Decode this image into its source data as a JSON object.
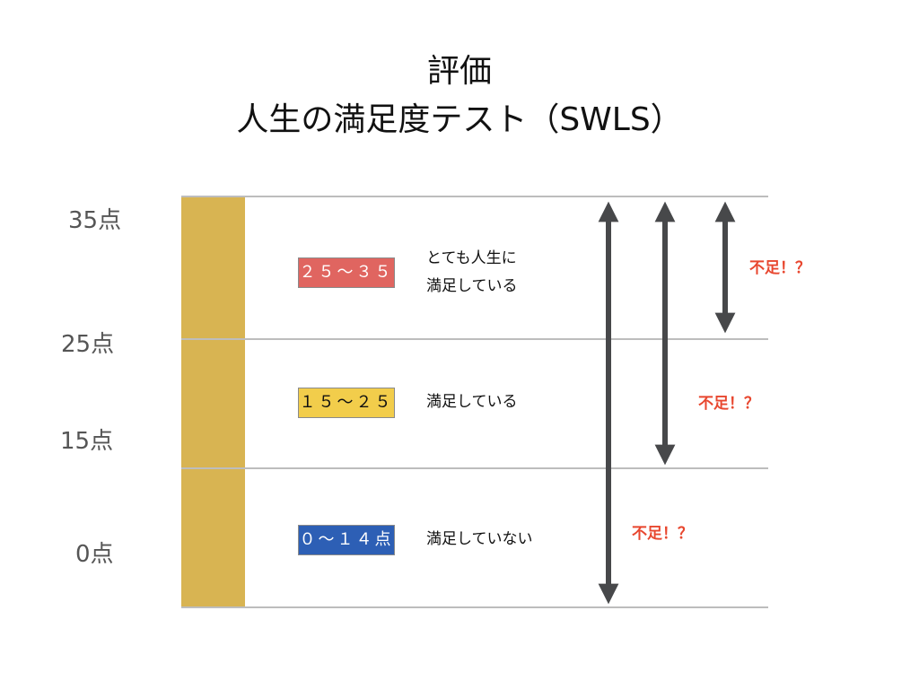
{
  "title": {
    "line1": "評価",
    "line2": "人生の満足度テスト（SWLS）"
  },
  "score_labels": [
    "35点",
    "25点",
    "15点",
    "0点"
  ],
  "bands": [
    {
      "range": "２５〜３５",
      "description_line1": "とても人生に",
      "description_line2": "満足している",
      "badge_color": "#e06560",
      "text_color": "#ffffff"
    },
    {
      "range": "１５〜２５",
      "description_line1": "満足している",
      "badge_color": "#f2cd4b",
      "text_color": "#111111"
    },
    {
      "range": "０〜１４点",
      "description_line1": "満足していない",
      "badge_color": "#2d5fb5",
      "text_color": "#ffffff"
    }
  ],
  "shortage_label": "不足！？",
  "colors": {
    "gold_bar": "#d8b452",
    "arrow": "#47484a",
    "shortage_text": "#e8472f",
    "gridline": "#bdbdbd"
  }
}
